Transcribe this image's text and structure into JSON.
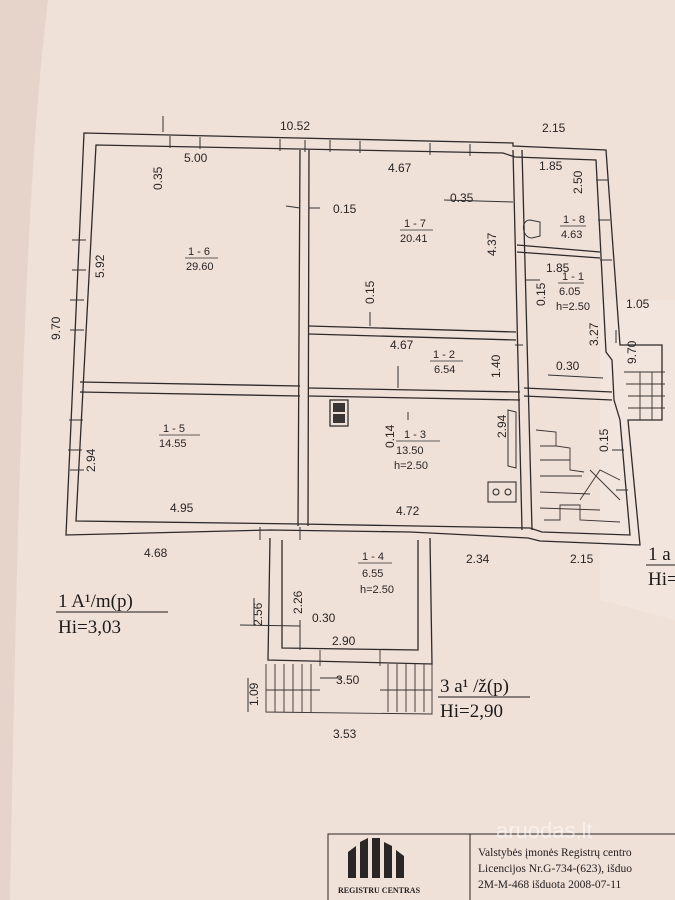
{
  "dimensions": {
    "top_total": "10.52",
    "top_right": "2.15",
    "left_total": "9.70",
    "r16_width": "5.00",
    "r16_wall": "0.35",
    "r16_height": "5.92",
    "r17_width": "4.67",
    "r17_wall_left": "0.15",
    "r17_wall_right": "0.35",
    "r17_height": "4.37",
    "r17_wall_bottom": "0.15",
    "r18_width": "1.85",
    "r18_height": "2.50",
    "r11_width": "1.85",
    "r11_wall": "0.15",
    "r11_height": "3.27",
    "r11_side": "0.30",
    "porch_width": "1.05",
    "porch_height": "9.70",
    "r12_width": "4.67",
    "r12_height": "1.40",
    "r15_height": "2.94",
    "r15_width": "4.95",
    "r13_wall": "0.14",
    "r13_height": "2.94",
    "r13_width": "4.72",
    "stair_wall": "0.15",
    "bottom_left": "4.68",
    "bottom_mid": "2.34",
    "bottom_right": "2.15",
    "veranda_height_outer": "2.56",
    "veranda_height_inner": "2.26",
    "veranda_wall": "0.30",
    "veranda_width_inner": "2.90",
    "steps_width": "3.50",
    "steps_depth": "1.09",
    "veranda_width_outer": "3.53"
  },
  "rooms": {
    "r16": {
      "id": "1 - 6",
      "area": "29.60"
    },
    "r17": {
      "id": "1 - 7",
      "area": "20.41"
    },
    "r18": {
      "id": "1 - 8",
      "area": "4.63"
    },
    "r11": {
      "id": "1 - 1",
      "area": "6.05",
      "h": "h=2.50"
    },
    "r12": {
      "id": "1 - 2",
      "area": "6.54"
    },
    "r15": {
      "id": "1 - 5",
      "area": "14.55"
    },
    "r13": {
      "id": "1 - 3",
      "area": "13.50",
      "h": "h=2.50"
    },
    "r14": {
      "id": "1 - 4",
      "area": "6.55",
      "h": "h=2.50"
    }
  },
  "legend": {
    "main_label": "1 A¹/m(p)",
    "main_hi": "Hi=3,03",
    "veranda_label": "3 a¹ /ž(p)",
    "veranda_hi": "Hi=2,90",
    "edge_label": "1 a",
    "edge_hi": "Hi="
  },
  "stamp": {
    "logo_text": "REGISTRU CENTRAS",
    "line1": "Valstybės įmonės Registrų centro",
    "line2": "Licencijos Nr.G-734-(623), išduo",
    "line3": "2M-M-468 išduota 2008-07-11"
  },
  "watermark": "aruodas.lt"
}
